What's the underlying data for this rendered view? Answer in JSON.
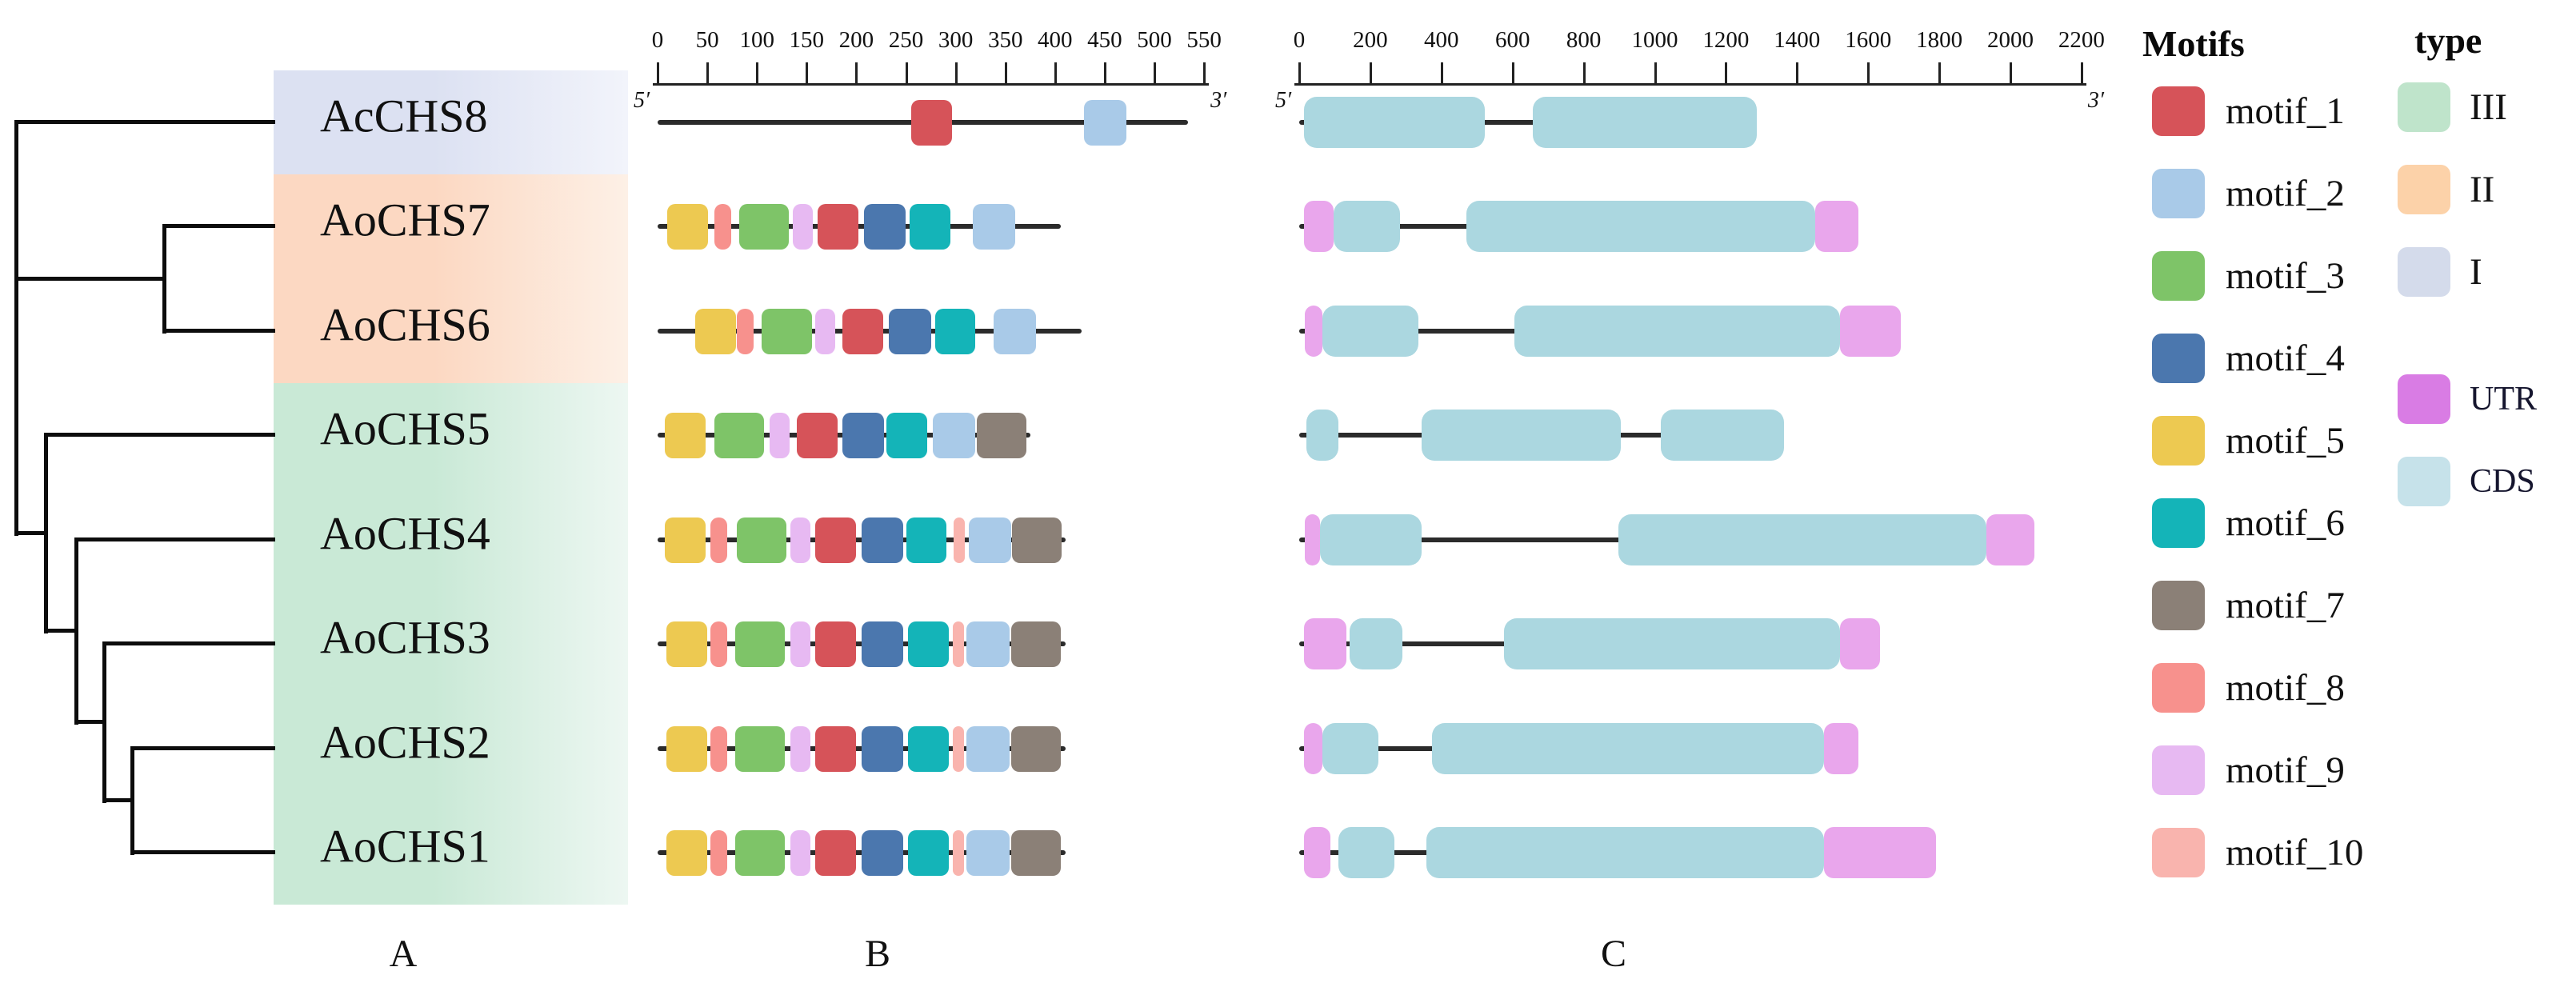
{
  "figure": {
    "panel_labels": {
      "a": "A",
      "b": "B",
      "c": "C"
    }
  },
  "colors": {
    "motif_1": "#d65359",
    "motif_2": "#a9cae8",
    "motif_3": "#7ec468",
    "motif_4": "#4b77ae",
    "motif_5": "#edc951",
    "motif_6": "#14b4b8",
    "motif_7": "#8b8077",
    "motif_8": "#f7918d",
    "motif_9": "#e7b9f2",
    "motif_10": "#f9b4ae",
    "utr_legend": "#d97ce4",
    "cds_legend": "#c6e2ea",
    "utr_block": "#e9a6ec",
    "cds_block": "#abd7e0",
    "type_III": "#bfe4cb",
    "type_II": "#fcd2a9",
    "type_I": "#d4dbeb",
    "band_I_left": "#dce1f2",
    "band_I_right": "#f2f4fb",
    "band_II_left": "#fcd8c2",
    "band_II_right": "#fdf0e6",
    "band_III_left": "#c9e9d6",
    "band_III_right": "#edf7f2",
    "tree_line": "#0c0c0c",
    "backbone": "#2b2b2b"
  },
  "legend": {
    "motifs_title": "Motifs",
    "type_title": "type",
    "motifs": [
      {
        "label": "motif_1",
        "color_key": "motif_1"
      },
      {
        "label": "motif_2",
        "color_key": "motif_2"
      },
      {
        "label": "motif_3",
        "color_key": "motif_3"
      },
      {
        "label": "motif_4",
        "color_key": "motif_4"
      },
      {
        "label": "motif_5",
        "color_key": "motif_5"
      },
      {
        "label": "motif_6",
        "color_key": "motif_6"
      },
      {
        "label": "motif_7",
        "color_key": "motif_7"
      },
      {
        "label": "motif_8",
        "color_key": "motif_8"
      },
      {
        "label": "motif_9",
        "color_key": "motif_9"
      },
      {
        "label": "motif_10",
        "color_key": "motif_10"
      }
    ],
    "types": [
      {
        "label": "III",
        "color_key": "type_III"
      },
      {
        "label": "II",
        "color_key": "type_II"
      },
      {
        "label": "I",
        "color_key": "type_I"
      }
    ],
    "features": [
      {
        "label": "UTR",
        "color_key": "utr_legend"
      },
      {
        "label": "CDS",
        "color_key": "cds_legend"
      }
    ]
  },
  "rulers": {
    "b": {
      "min": 0,
      "max": 550,
      "step": 50,
      "five_prime": "5′",
      "three_prime": "3′"
    },
    "c": {
      "min": 0,
      "max": 2200,
      "step": 200,
      "five_prime": "5′",
      "three_prime": "3′"
    }
  },
  "motif_widths": {
    "motif_1": 41,
    "motif_2": 43,
    "motif_3": 50,
    "motif_4": 42,
    "motif_5": 41,
    "motif_6": 41,
    "motif_7": 50,
    "motif_8": 17,
    "motif_9": 20,
    "motif_10": 11
  },
  "genes": [
    {
      "name": "AcCHS8",
      "clade": "I",
      "protein": {
        "length": 534,
        "motifs": [
          {
            "id": "motif_1",
            "start": 255
          },
          {
            "id": "motif_2",
            "start": 429
          }
        ]
      },
      "gene": {
        "length": 1287,
        "segments": [
          {
            "type": "CDS",
            "start": 13,
            "end": 522
          },
          {
            "type": "CDS",
            "start": 657,
            "end": 1287
          }
        ]
      }
    },
    {
      "name": "AoCHS7",
      "clade": "II",
      "protein": {
        "length": 406,
        "motifs": [
          {
            "id": "motif_5",
            "start": 10
          },
          {
            "id": "motif_8",
            "start": 57
          },
          {
            "id": "motif_3",
            "start": 82
          },
          {
            "id": "motif_9",
            "start": 136
          },
          {
            "id": "motif_1",
            "start": 161
          },
          {
            "id": "motif_4",
            "start": 208
          },
          {
            "id": "motif_6",
            "start": 254
          },
          {
            "id": "motif_2",
            "start": 317
          }
        ]
      },
      "gene": {
        "length": 1572,
        "segments": [
          {
            "type": "UTR",
            "start": 13,
            "end": 97
          },
          {
            "type": "CDS",
            "start": 97,
            "end": 283
          },
          {
            "type": "CDS",
            "start": 470,
            "end": 1451
          },
          {
            "type": "UTR",
            "start": 1451,
            "end": 1572
          }
        ]
      }
    },
    {
      "name": "AoCHS6",
      "clade": "II",
      "protein": {
        "length": 427,
        "motifs": [
          {
            "id": "motif_5",
            "start": 38
          },
          {
            "id": "motif_8",
            "start": 80
          },
          {
            "id": "motif_3",
            "start": 105
          },
          {
            "id": "motif_9",
            "start": 159
          },
          {
            "id": "motif_1",
            "start": 186
          },
          {
            "id": "motif_4",
            "start": 233
          },
          {
            "id": "motif_6",
            "start": 279
          },
          {
            "id": "motif_2",
            "start": 338
          }
        ]
      },
      "gene": {
        "length": 1692,
        "segments": [
          {
            "type": "UTR",
            "start": 16,
            "end": 65
          },
          {
            "type": "CDS",
            "start": 65,
            "end": 335
          },
          {
            "type": "CDS",
            "start": 605,
            "end": 1520
          },
          {
            "type": "UTR",
            "start": 1520,
            "end": 1692
          }
        ]
      }
    },
    {
      "name": "AoCHS5",
      "clade": "III",
      "protein": {
        "length": 375,
        "motifs": [
          {
            "id": "motif_5",
            "start": 7
          },
          {
            "id": "motif_3",
            "start": 57
          },
          {
            "id": "motif_9",
            "start": 113
          },
          {
            "id": "motif_1",
            "start": 140
          },
          {
            "id": "motif_4",
            "start": 186
          },
          {
            "id": "motif_6",
            "start": 230
          },
          {
            "id": "motif_2",
            "start": 277
          },
          {
            "id": "motif_7",
            "start": 321
          }
        ]
      },
      "gene": {
        "length": 1363,
        "segments": [
          {
            "type": "CDS",
            "start": 20,
            "end": 110
          },
          {
            "type": "CDS",
            "start": 344,
            "end": 904
          },
          {
            "type": "CDS",
            "start": 1017,
            "end": 1363
          }
        ]
      }
    },
    {
      "name": "AoCHS4",
      "clade": "III",
      "protein": {
        "length": 411,
        "motifs": [
          {
            "id": "motif_5",
            "start": 7
          },
          {
            "id": "motif_8",
            "start": 53
          },
          {
            "id": "motif_3",
            "start": 80
          },
          {
            "id": "motif_9",
            "start": 134
          },
          {
            "id": "motif_1",
            "start": 159
          },
          {
            "id": "motif_4",
            "start": 205
          },
          {
            "id": "motif_6",
            "start": 250
          },
          {
            "id": "motif_10",
            "start": 298
          },
          {
            "id": "motif_2",
            "start": 313
          },
          {
            "id": "motif_7",
            "start": 357
          }
        ]
      },
      "gene": {
        "length": 2067,
        "segments": [
          {
            "type": "UTR",
            "start": 16,
            "end": 58
          },
          {
            "type": "CDS",
            "start": 58,
            "end": 344
          },
          {
            "type": "CDS",
            "start": 898,
            "end": 1932
          },
          {
            "type": "UTR",
            "start": 1932,
            "end": 2067
          }
        ]
      }
    },
    {
      "name": "AoCHS3",
      "clade": "III",
      "protein": {
        "length": 411,
        "motifs": [
          {
            "id": "motif_5",
            "start": 9
          },
          {
            "id": "motif_8",
            "start": 53
          },
          {
            "id": "motif_3",
            "start": 78
          },
          {
            "id": "motif_9",
            "start": 134
          },
          {
            "id": "motif_1",
            "start": 159
          },
          {
            "id": "motif_4",
            "start": 205
          },
          {
            "id": "motif_6",
            "start": 252
          },
          {
            "id": "motif_10",
            "start": 297
          },
          {
            "id": "motif_2",
            "start": 311
          },
          {
            "id": "motif_7",
            "start": 356
          }
        ]
      },
      "gene": {
        "length": 1633,
        "segments": [
          {
            "type": "UTR",
            "start": 13,
            "end": 133
          },
          {
            "type": "CDS",
            "start": 142,
            "end": 290
          },
          {
            "type": "CDS",
            "start": 576,
            "end": 1520
          },
          {
            "type": "UTR",
            "start": 1520,
            "end": 1633
          }
        ]
      }
    },
    {
      "name": "AoCHS2",
      "clade": "III",
      "protein": {
        "length": 411,
        "motifs": [
          {
            "id": "motif_5",
            "start": 9
          },
          {
            "id": "motif_8",
            "start": 53
          },
          {
            "id": "motif_3",
            "start": 78
          },
          {
            "id": "motif_9",
            "start": 134
          },
          {
            "id": "motif_1",
            "start": 159
          },
          {
            "id": "motif_4",
            "start": 205
          },
          {
            "id": "motif_6",
            "start": 252
          },
          {
            "id": "motif_10",
            "start": 297
          },
          {
            "id": "motif_2",
            "start": 311
          },
          {
            "id": "motif_7",
            "start": 356
          }
        ]
      },
      "gene": {
        "length": 1572,
        "segments": [
          {
            "type": "UTR",
            "start": 13,
            "end": 65
          },
          {
            "type": "CDS",
            "start": 65,
            "end": 223
          },
          {
            "type": "CDS",
            "start": 373,
            "end": 1475
          },
          {
            "type": "UTR",
            "start": 1475,
            "end": 1572
          }
        ]
      }
    },
    {
      "name": "AoCHS1",
      "clade": "III",
      "protein": {
        "length": 411,
        "motifs": [
          {
            "id": "motif_5",
            "start": 9
          },
          {
            "id": "motif_8",
            "start": 53
          },
          {
            "id": "motif_3",
            "start": 78
          },
          {
            "id": "motif_9",
            "start": 134
          },
          {
            "id": "motif_1",
            "start": 159
          },
          {
            "id": "motif_4",
            "start": 205
          },
          {
            "id": "motif_6",
            "start": 252
          },
          {
            "id": "motif_10",
            "start": 297
          },
          {
            "id": "motif_2",
            "start": 311
          },
          {
            "id": "motif_7",
            "start": 356
          }
        ]
      },
      "gene": {
        "length": 1790,
        "segments": [
          {
            "type": "UTR",
            "start": 13,
            "end": 88
          },
          {
            "type": "CDS",
            "start": 110,
            "end": 268
          },
          {
            "type": "CDS",
            "start": 358,
            "end": 1475
          },
          {
            "type": "UTR",
            "start": 1475,
            "end": 1790
          }
        ]
      }
    }
  ]
}
